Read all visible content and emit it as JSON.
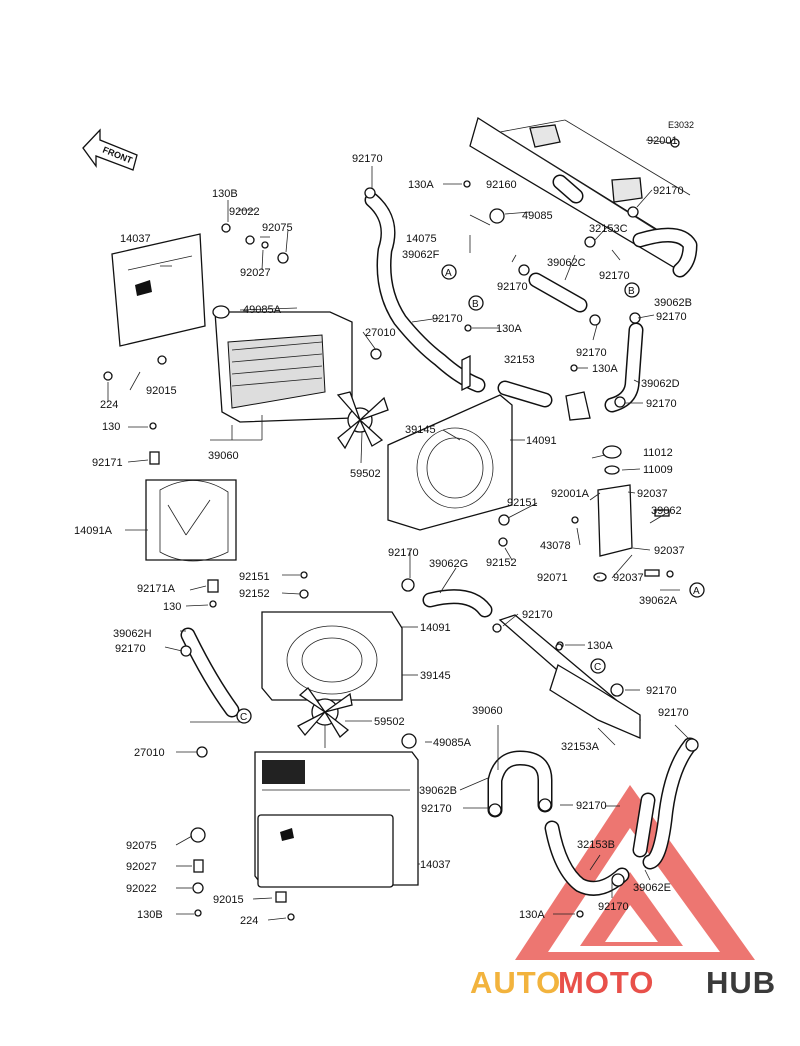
{
  "diagram": {
    "code": "E3032",
    "front_label": "FRONT",
    "references": [
      "A",
      "B",
      "C"
    ],
    "labels": {
      "p92170_a": "92170",
      "p130a_a": "130A",
      "p92160": "92160",
      "p130b_a": "130B",
      "p92022_a": "92022",
      "p92075_a": "92075",
      "p14037_a": "14037",
      "p14075": "14075",
      "p49085_a": "49085",
      "p39062f": "39062F",
      "p92027_a": "92027",
      "p92001": "92001",
      "p92170_b": "92170",
      "p32153c": "32153C",
      "p92170_c": "92170",
      "p39062c": "39062C",
      "p92170_d": "92170",
      "p39062b": "39062B",
      "p92170_e": "92170",
      "p49085a_a": "49085A",
      "p27010_a": "27010",
      "p92170_f": "92170",
      "p130a_b": "130A",
      "p32153": "32153",
      "p92170_g": "92170",
      "p130a_c": "130A",
      "p39062d": "39062D",
      "p92170_h": "92170",
      "p224_a": "224",
      "p92015_a": "92015",
      "p130": "130",
      "p92171": "92171",
      "p39060_a": "39060",
      "p39145_a": "39145",
      "p14091_a": "14091",
      "p59502_a": "59502",
      "p11012": "11012",
      "p11009": "11009",
      "p92001a": "92001A",
      "p92037_a": "92037",
      "p92151_a": "92151",
      "p39062": "39062",
      "p14091a": "14091A",
      "p43078": "43078",
      "p92152_a": "92152",
      "p92037_b": "92037",
      "p92170_i": "92170",
      "p39062g": "39062G",
      "p92071": "92071",
      "p92037_c": "92037",
      "p39062a": "39062A",
      "p92171a": "92171A",
      "p92151_b": "92151",
      "p92152_b": "92152",
      "p130_b": "130",
      "p92170_j": "92170",
      "p14091_b": "14091",
      "p130a_d": "130A",
      "p39062h": "39062H",
      "p92170_k": "92170",
      "p92170_l": "92170",
      "p39145_b": "39145",
      "p92170_m": "92170",
      "p59502_b": "59502",
      "p32153a": "32153A",
      "p27010_b": "27010",
      "p49085a_b": "49085A",
      "p39060_b": "39060",
      "p39062b2": "39062B",
      "p92170_n": "92170",
      "p92170_o": "92170",
      "p92075_b": "92075",
      "p32153b": "32153B",
      "p92027_b": "92027",
      "p14037_b": "14037",
      "p92022_b": "92022",
      "p92015_b": "92015",
      "p39062e": "39062E",
      "p92170_p": "92170",
      "p130b_b": "130B",
      "p224_b": "224",
      "p130a_e": "130A"
    }
  },
  "watermark": {
    "part1": "AUTO",
    "part2": "MOTO",
    "part3": "HUB",
    "color1": "#f2b33d",
    "color2": "#e8504a",
    "color3": "#3a3a3a"
  }
}
